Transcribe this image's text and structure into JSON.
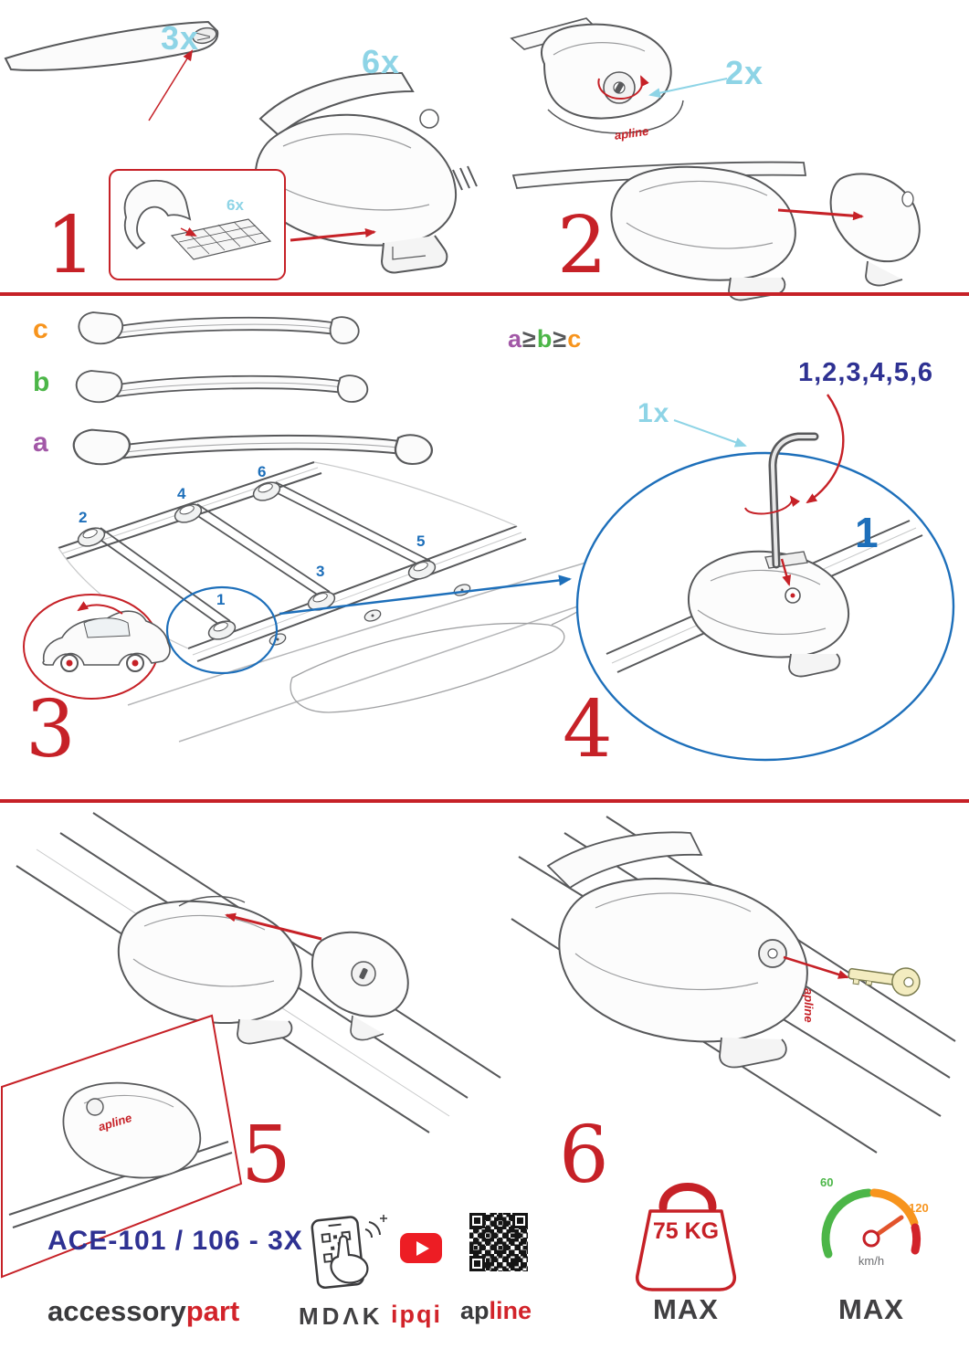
{
  "brand_mark": "apline",
  "colors": {
    "red": "#c62127",
    "cyan": "#8ed4e6",
    "blue": "#1d6fba",
    "navy": "#2e3192",
    "orange": "#f7941d",
    "green": "#4cb648",
    "purple": "#a258a7",
    "line_art": "#57585a"
  },
  "step1": {
    "num": "1",
    "qty_bar": "3x",
    "qty_foot": "6x",
    "qty_pad": "6x"
  },
  "step2": {
    "num": "2",
    "qty_lock": "2x"
  },
  "step3": {
    "num": "3",
    "size_a": "a",
    "size_b": "b",
    "size_c": "c",
    "positions": [
      "1",
      "2",
      "3",
      "4",
      "5",
      "6"
    ]
  },
  "step4": {
    "num": "4",
    "rule": {
      "a": "a",
      "gte1": "≥",
      "b": "b",
      "gte2": "≥",
      "c": "c"
    },
    "sequence": "1,2,3,4,5,6",
    "qty_tool": "1x",
    "detail_step": "1"
  },
  "step5": {
    "num": "5"
  },
  "step6": {
    "num": "6"
  },
  "footer": {
    "model": "ACE-101 / 106 - 3X",
    "accessory": "accessory",
    "part": "part",
    "mdak": "MDΛK",
    "ipqi": "ipqi",
    "ap": "ap",
    "line": "line",
    "weight_value": "75 KG",
    "weight_max": "MAX",
    "speed_low": "60",
    "speed_high": "120",
    "speed_unit": "km/h",
    "speed_max": "MAX"
  }
}
